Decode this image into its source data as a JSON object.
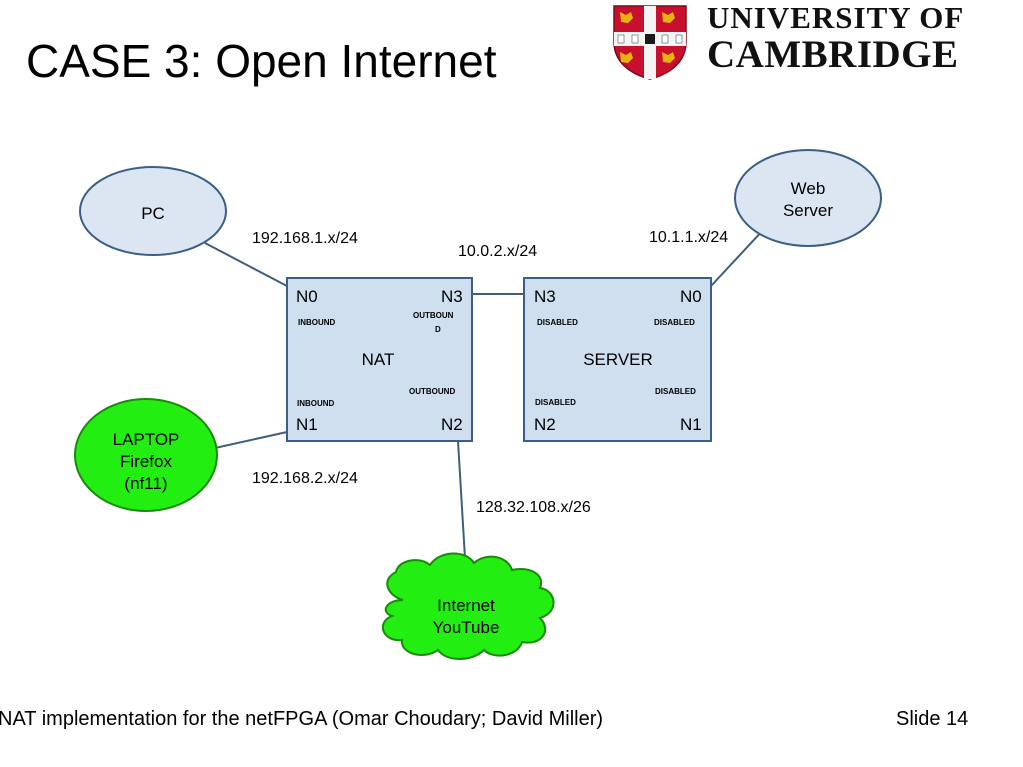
{
  "title": "CASE 3: Open Internet",
  "logo": {
    "line1": "UNIVERSITY OF",
    "line2": "CAMBRIDGE",
    "colors": {
      "shield": "#c8102e",
      "gold": "#e8b30e",
      "text": "#111111"
    }
  },
  "diagram": {
    "colors": {
      "node_fill_blue": "#dbe6f2",
      "node_stroke": "#3a5f86",
      "node_fill_green": "#22ee11",
      "node_stroke_green": "#1a8a0a",
      "box_fill": "#d0dff0",
      "link": "#3f5e7e"
    },
    "nodes": {
      "pc": "PC",
      "web_server": [
        "Web",
        "Server"
      ],
      "laptop": [
        "LAPTOP",
        "Firefox",
        "(nf11)"
      ],
      "internet": [
        "Internet",
        "YouTube"
      ]
    },
    "nat": {
      "label": "NAT",
      "ports": {
        "n0": "N0",
        "n3": "N3",
        "n1": "N1",
        "n2": "N2"
      },
      "modes": {
        "n0": "INBOUND",
        "n3": [
          "OUTBOUN",
          "D"
        ],
        "n1": "INBOUND",
        "n2": "OUTBOUND"
      }
    },
    "server": {
      "label": "SERVER",
      "ports": {
        "n3": "N3",
        "n0": "N0",
        "n2": "N2",
        "n1": "N1"
      },
      "modes": {
        "n3": "DISABLED",
        "n0": "DISABLED",
        "n2": "DISABLED",
        "n1": "DISABLED"
      }
    },
    "subnets": {
      "pc": "192.168.1.x/24",
      "link": "10.0.2.x/24",
      "web": "10.1.1.x/24",
      "laptop": "192.168.2.x/24",
      "internet": "128.32.108.x/26"
    }
  },
  "footer": {
    "text": "NAT implementation for the netFPGA  (Omar Choudary; David Miller)",
    "slide": "Slide 14"
  }
}
